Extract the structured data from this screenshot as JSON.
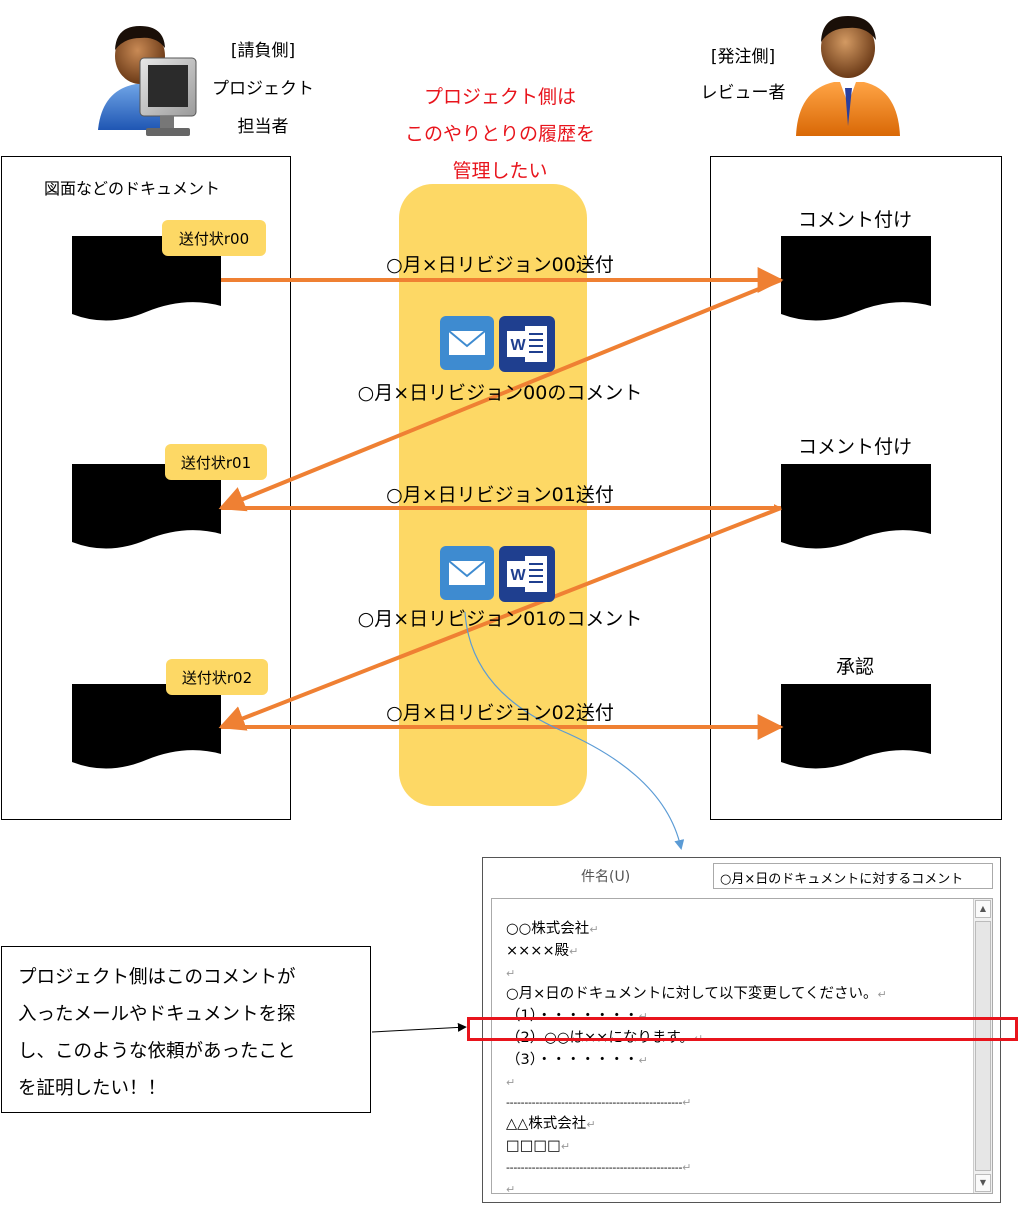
{
  "contractor": {
    "label_line1": "[請負側]",
    "label_line2": "プロジェクト",
    "label_line3": "担当者"
  },
  "client": {
    "label_line1": "[発注側]",
    "label_line2": "レビュー者"
  },
  "center_note": {
    "line1": "プロジェクト側は",
    "line2": "このやりとりの履歴を",
    "line3": "管理したい",
    "color": "#e8141c"
  },
  "left_panel": {
    "title": "図面などのドキュメント",
    "tags": [
      "送付状r00",
      "送付状r01",
      "送付状r02"
    ]
  },
  "right_panel": {
    "labels": [
      "コメント付け",
      "コメント付け",
      "承認"
    ]
  },
  "flows": {
    "send_r00": "○月×日リビジョン00送付",
    "comment_r00": "○月×日リビジョン00のコメント",
    "send_r01": "○月×日リビジョン01送付",
    "comment_r01": "○月×日リビジョン01のコメント",
    "send_r02": "○月×日リビジョン02送付"
  },
  "icons": {
    "mail": "mail-envelope-icon",
    "word": "word-document-icon",
    "word_letter": "W"
  },
  "colors": {
    "arrow": "#ef8033",
    "band": "#fdd865",
    "highlight": "#e8141c",
    "connector": "#5b9bd5"
  },
  "email": {
    "subject_label": "件名(U)",
    "subject_value": "○月×日のドキュメントに対するコメント",
    "lines": [
      "○○株式会社",
      "××××殿",
      "",
      "○月×日のドキュメントに対して以下変更してください。",
      "（1）・・・・・・・",
      "（2）○○は××になります。",
      "（3）・・・・・・・",
      "",
      "------------------------------------------------",
      "△△株式会社",
      "□□□□",
      "------------------------------------------------",
      ""
    ]
  },
  "callout": {
    "line1": "プロジェクト側はこのコメントが",
    "line2": "入ったメールやドキュメントを探",
    "line3": "し、このような依頼があったこと",
    "line4": "を証明したい！！"
  }
}
